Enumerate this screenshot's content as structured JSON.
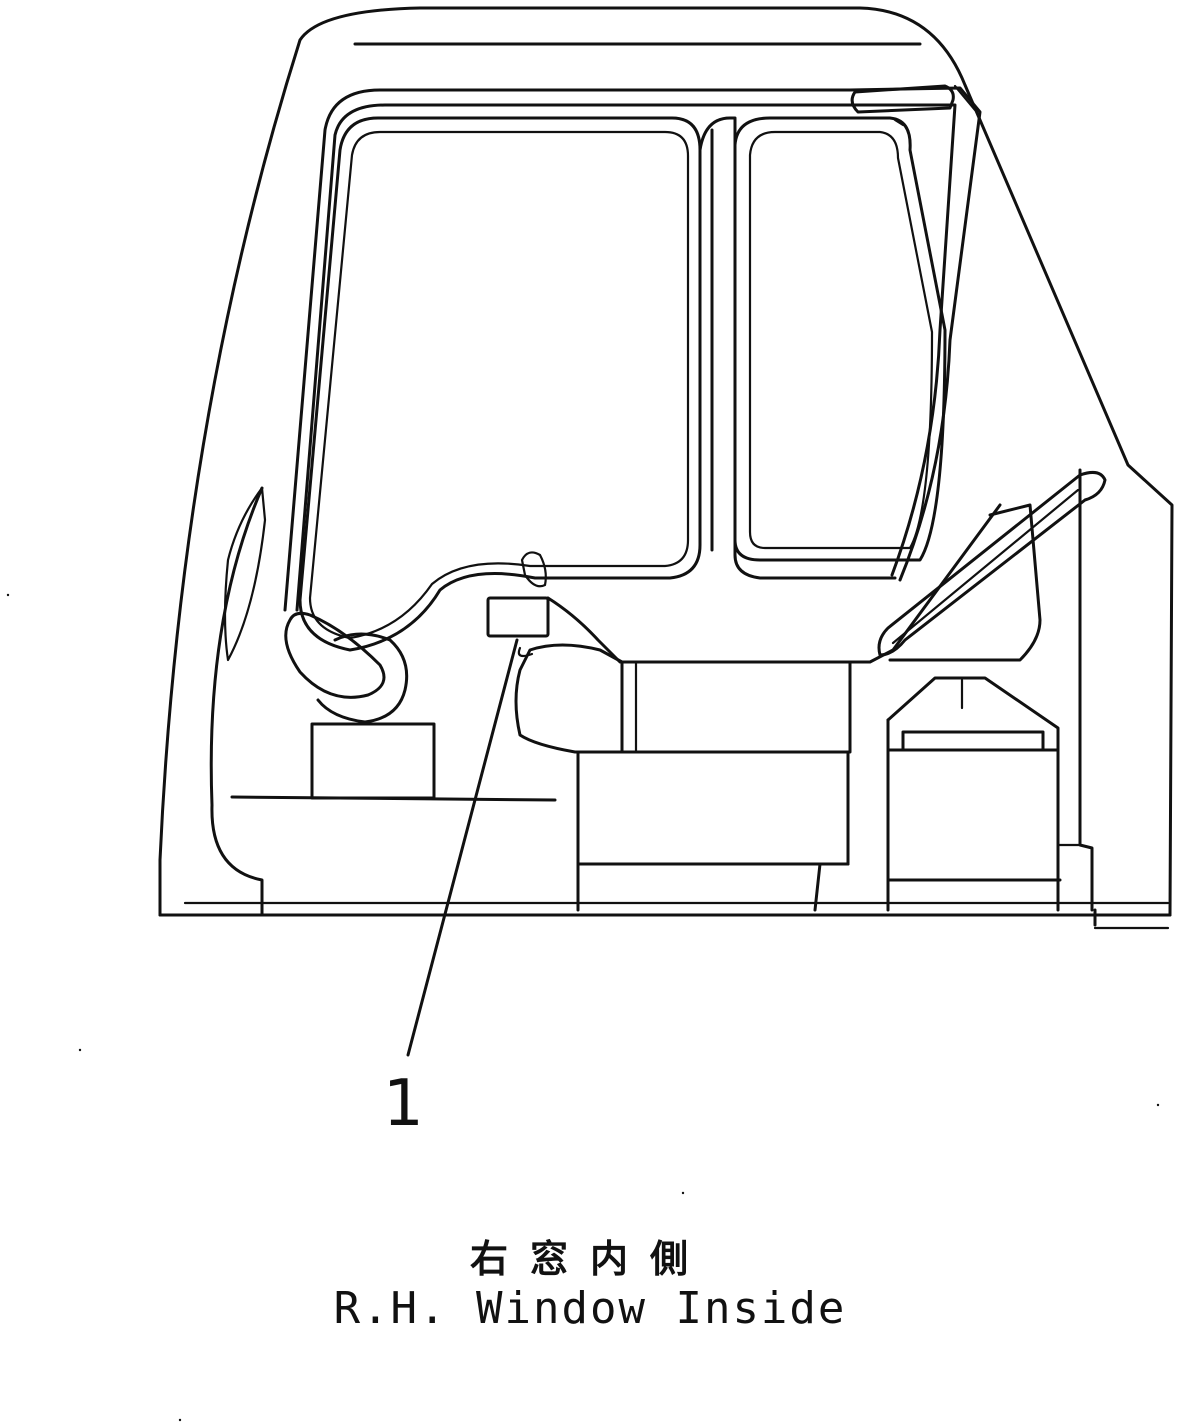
{
  "figure": {
    "callout_label": "1",
    "caption_cn": "右窓内側",
    "caption_en": "R.H. Window Inside"
  },
  "colors": {
    "ink": "#111111",
    "paper": "#ffffff"
  }
}
